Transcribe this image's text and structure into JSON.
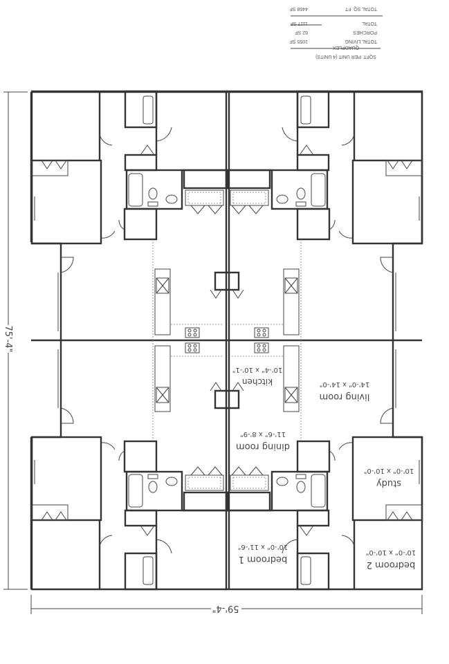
{
  "title": "QUADPLEX",
  "sqft_table": {
    "heading": "SQFT. PER UNIT (4 UNITS)",
    "rows": [
      {
        "label": "TOTAL LIVING",
        "value": "1055 SF"
      },
      {
        "label": "PORCHES",
        "value": "62 SF"
      },
      {
        "label": "TOTAL",
        "value": "1117 SF"
      }
    ],
    "grand_total": {
      "label": "TOTAL SQ. FT",
      "value": "4468 SF"
    }
  },
  "dimensions": {
    "overall_depth": "75'-4\"",
    "overall_width": "59'-4\""
  },
  "rooms": [
    {
      "name": "kitchen",
      "size": "10'-4\" x 10'-1\""
    },
    {
      "name": "living room",
      "size": "14'-0\" x 14'-0\""
    },
    {
      "name": "dining room",
      "size": "11'-6\" x 8'-9\""
    },
    {
      "name": "study",
      "size": "10'-0\" x 10'-0\""
    },
    {
      "name": "bedroom 1",
      "size": "10'-0\" x 11'-6\""
    },
    {
      "name": "bedroom 2",
      "size": "10'-0\" x 10'-0\""
    }
  ]
}
